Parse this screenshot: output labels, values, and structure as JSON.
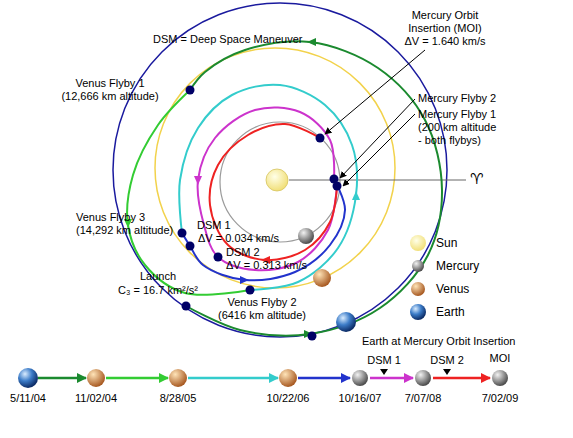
{
  "diagram": {
    "nodes": [
      {
        "text": [
          "5/11/04"
        ]
      },
      {
        "text": [
          "11/02/04"
        ]
      },
      {
        "text": [
          "8/28/05"
        ]
      },
      {
        "text": [
          "10/22/06"
        ]
      },
      {
        "text": [
          "10/16/07"
        ]
      },
      {
        "text": [
          "7/07/08"
        ]
      },
      {
        "text": [
          "7/02/09"
        ]
      }
    ],
    "edges": [
      {
        "from": 0,
        "to": 1,
        "arrow": "to"
      },
      {
        "from": 1,
        "to": 2,
        "arrow": "to"
      },
      {
        "from": 2,
        "to": 3,
        "arrow": "to"
      },
      {
        "from": 3,
        "to": 4,
        "arrow": "to"
      },
      {
        "from": 4,
        "to": 5,
        "label": "DSM 1",
        "arrow": "to"
      },
      {
        "from": 5,
        "to": 6,
        "label": "DSM 2",
        "arrow": "to"
      }
    ],
    "labels": [
      "DSM = Deep Space Maneuver",
      "Mercury Orbit Insertion (MOI) ΔV = 1.640 km/s",
      "Mercury Flyby 2",
      "Mercury Flyby 1 (200 km altitude - both flybys)",
      "♈",
      "Venus Flyby 1 (12,666 km altitude)",
      "Venus Flyby 3 (14,292 km altitude)",
      "DSM 1",
      "ΔV = 0.034 km/s",
      "DSM 2",
      "ΔV = 0.313 km/s",
      "Venus Flyby 2 (6416 km altitude)",
      "Launch",
      "C₃ = 16.7 km²/s²",
      "Earth at Mercury Orbit Insertion",
      "MOI"
    ],
    "legend": [
      {
        "text": "Sun"
      },
      {
        "text": "Mercury"
      },
      {
        "text": "Venus"
      },
      {
        "text": "Earth"
      }
    ]
  }
}
